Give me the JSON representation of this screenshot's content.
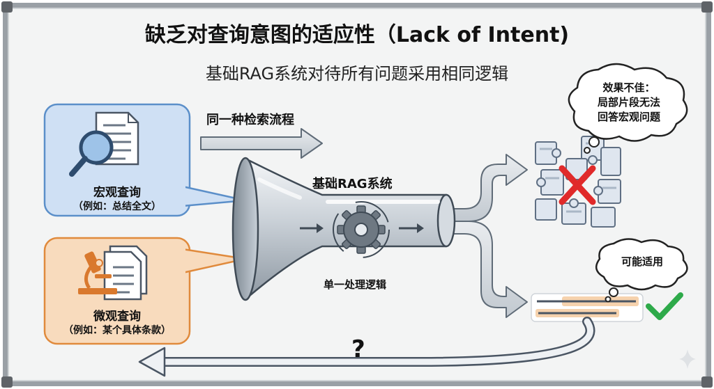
{
  "title": "缺乏对查询意图的适应性（Lack of Intent)",
  "subtitle": "基础RAG系统对待所有问题采用相同逻辑",
  "flow_label": "同一种检索流程",
  "funnel_label": "基础RAG系统",
  "process_label": "单一处理逻辑",
  "macro_query": {
    "title": "宏观查询",
    "example": "（例如：总结全文）"
  },
  "micro_query": {
    "title": "微观查询",
    "example": "（例如：某个具体条款）"
  },
  "bad_result": {
    "line1": "效果不佳：",
    "line2": "局部片段无法",
    "line3": "回答宏观问题"
  },
  "good_result": {
    "text": "可能适用"
  },
  "question_mark": "?",
  "colors": {
    "macro": "#5b8fc9",
    "micro": "#e08a3c",
    "cross": "#e02a2a",
    "check": "#2eaa4a",
    "arrow": "#7c8794"
  }
}
